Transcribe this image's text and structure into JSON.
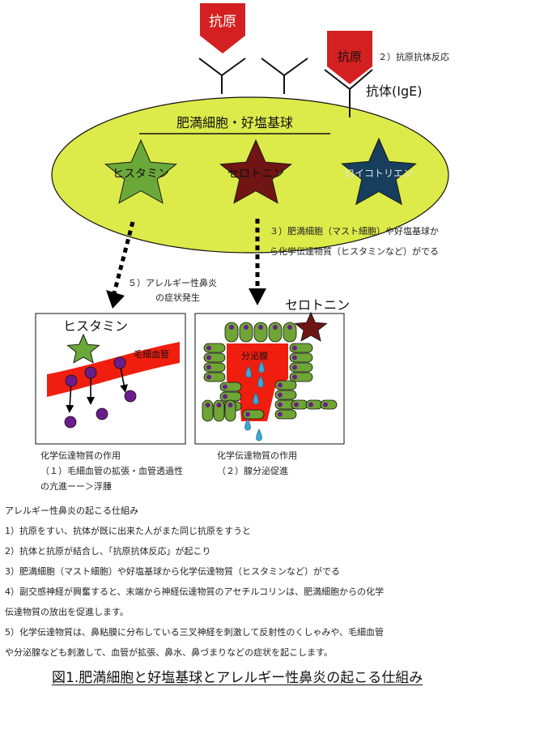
{
  "antigen_label": "抗原",
  "antigen_label_2": "抗原",
  "step2_label": "２）抗原抗体反応",
  "antibody_label": "抗体(IgE)",
  "cell_label": "肥満細胞・好塩基球",
  "star_histamine": "ヒスタミン",
  "star_serotonin": "セロトニン",
  "star_leukotriene": "ロイコトリエン",
  "step3_line1": "３）肥満細胞（マスト細胞）や好塩基球か",
  "step3_line2": "ら化学伝達物質（ヒスタミンなど）がでる",
  "step5_line1": "５）アレルギー性鼻炎",
  "step5_line2": "の症状発生",
  "box1_title": "ヒスタミン",
  "box1_vessel": "毛細血管",
  "box2_title": "セロトニン",
  "box2_gland": "分泌腺",
  "box1_caption": [
    "化学伝達物質の作用",
    "（１）毛細血管の拡張・血管透過性",
    "の亢進ーー＞浮腫"
  ],
  "box2_caption": [
    "化学伝達物質の作用",
    "（２）腺分泌促進"
  ],
  "body_text": [
    "アレルギー性鼻炎の起こる仕組み",
    "1）抗原をすい、抗体が既に出来た人がまた同じ抗原をすうと",
    "2）抗体と抗原が結合し、「抗原抗体反応」が起こり",
    "3）肥満細胞（マスト細胞）や好塩基球から化学伝達物質（ヒスタミンなど）がでる",
    "4）副交感神経が興奮すると、末端から神経伝達物質のアセチルコリンは、肥満細胞からの化学",
    "伝達物質の放出を促進します。",
    "5）化学伝達物質は、鼻粘膜に分布している三叉神経を刺激して反射性のくしゃみや、毛細血管",
    "や分泌腺なども刺激して、血管が拡張、鼻水、鼻づまりなどの症状を起こします。"
  ],
  "figure_caption": "図1.肥満細胞と好塩基球とアレルギー性鼻炎の起こる仕組み",
  "colors": {
    "antigen": "#d42020",
    "cell": "#dceb4a",
    "star_histamine": "#6aa83a",
    "star_serotonin": "#701414",
    "star_leukotriene": "#173e5c",
    "vessel": "#f01e0e",
    "granule": "#6a1e8c",
    "gland_cell": "#6fa534",
    "droplet": "#3fa6da"
  }
}
